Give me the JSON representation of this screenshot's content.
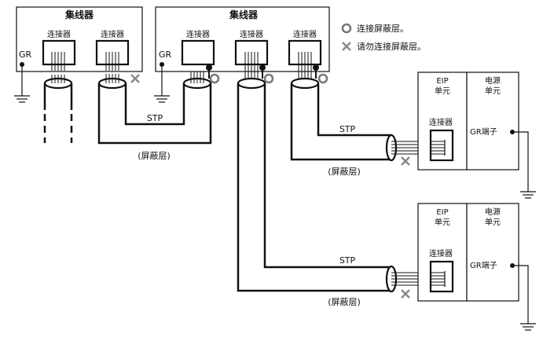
{
  "hubs": [
    {
      "title": "集线器",
      "connectors": [
        "连接器",
        "连接器"
      ],
      "gr": "GR"
    },
    {
      "title": "集线器",
      "connectors": [
        "连接器",
        "连接器",
        "连接器"
      ],
      "gr": "GR"
    }
  ],
  "cables": {
    "stp": "STP",
    "shield": "(屏蔽层)"
  },
  "devices": [
    {
      "eip": "EIP",
      "eip_unit": "单元",
      "power": "电源",
      "power_unit": "单元",
      "connector": "连接器",
      "gr_terminal": "GR端子"
    },
    {
      "eip": "EIP",
      "eip_unit": "单元",
      "power": "电源",
      "power_unit": "单元",
      "connector": "连接器",
      "gr_terminal": "GR端子"
    }
  ],
  "legend": {
    "connect": "连接屏蔽层。",
    "no_connect": "请勿连接屏蔽层。"
  },
  "colors": {
    "line": "#111111",
    "mark_circle": "#7a7a7a",
    "mark_cross": "#8a8a8a"
  },
  "icons": [
    "circle-mark-icon",
    "cross-mark-icon",
    "ground-icon"
  ]
}
